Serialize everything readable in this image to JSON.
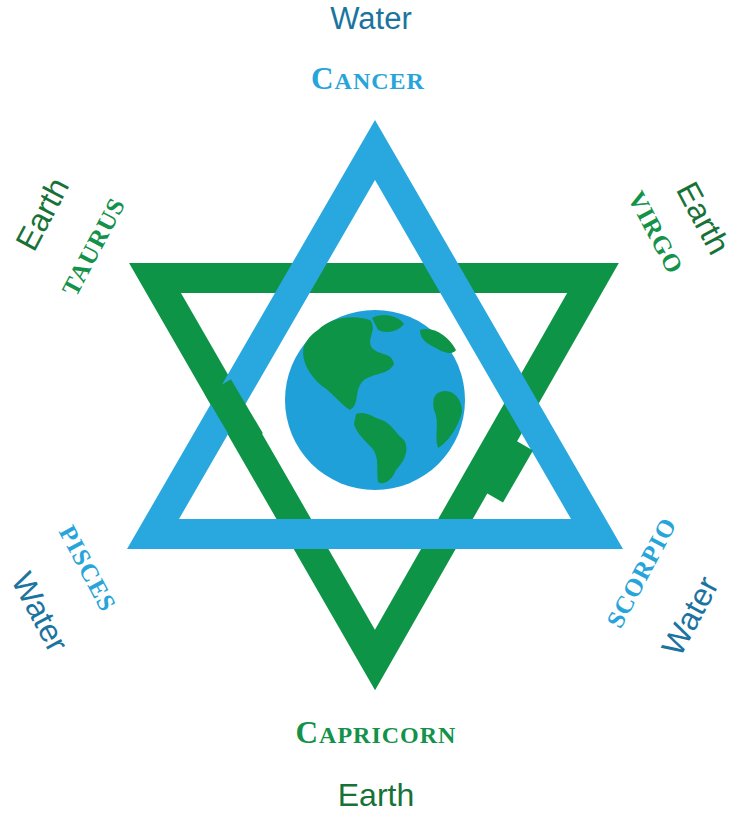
{
  "diagram": {
    "labels": [
      "Water",
      "CANCER",
      "Earth",
      "TAURUS",
      "Earth",
      "VIRGO",
      "PISCES",
      "Water",
      "SCORPIO",
      "Water",
      "CAPRICORN",
      "Earth"
    ]
  }
}
